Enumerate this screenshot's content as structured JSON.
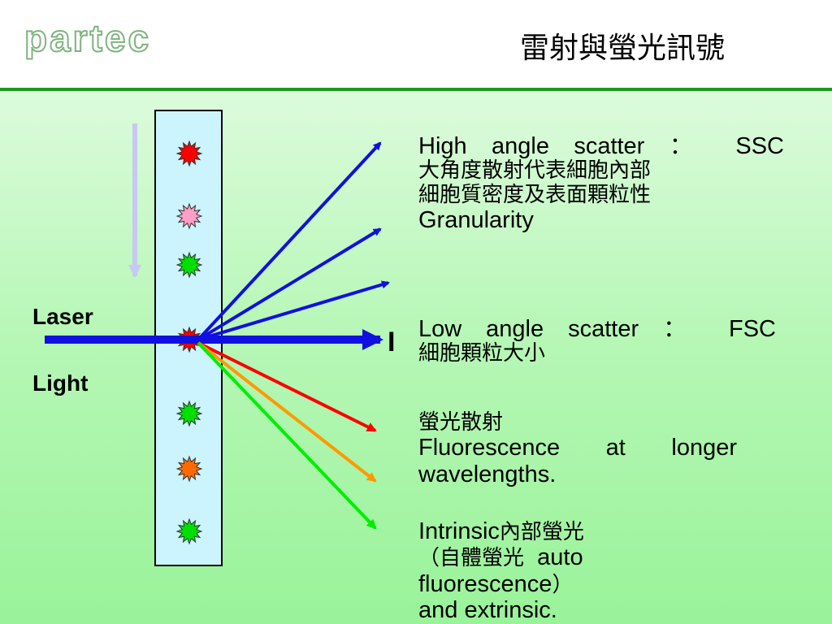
{
  "header": {
    "logo": "partec",
    "title": "雷射與螢光訊號",
    "divider_color": "#1a9a1a"
  },
  "diagram": {
    "laser_label": "Laser",
    "light_label": "Light",
    "detector_mark": "I",
    "flow_direction_icon": "down-arrow-icon",
    "particle_colors": [
      "#ff0000",
      "#ff9ec6",
      "#00e000",
      "#ff0000",
      "#00e000",
      "#ff6a00",
      "#00e000"
    ],
    "beam_colors": {
      "laser": "#1010e0",
      "side_scatter": "#1010e0",
      "fluorescence": [
        "#ff0000",
        "#ff9900",
        "#00ee00"
      ]
    }
  },
  "blocks": {
    "ssc": {
      "line1": "High angle scatter ： SSC",
      "line2": "大角度散射代表細胞內部",
      "line3": "細胞質密度及表面顆粒性",
      "line4": "Granularity"
    },
    "fsc": {
      "line1": "Low angle scatter ： FSC",
      "line2": "細胞顆粒大小"
    },
    "fluor": {
      "line1": "螢光散射",
      "line2": "Fluorescence at longer",
      "line3": "wavelengths."
    },
    "intrinsic": {
      "line1a": "Intrinsic",
      "line1b": "內部螢光",
      "line2a": "（自體螢光",
      "line2b": "auto",
      "line3a": "fluorescence",
      "line3b": "）",
      "line4": "and extrinsic."
    }
  }
}
